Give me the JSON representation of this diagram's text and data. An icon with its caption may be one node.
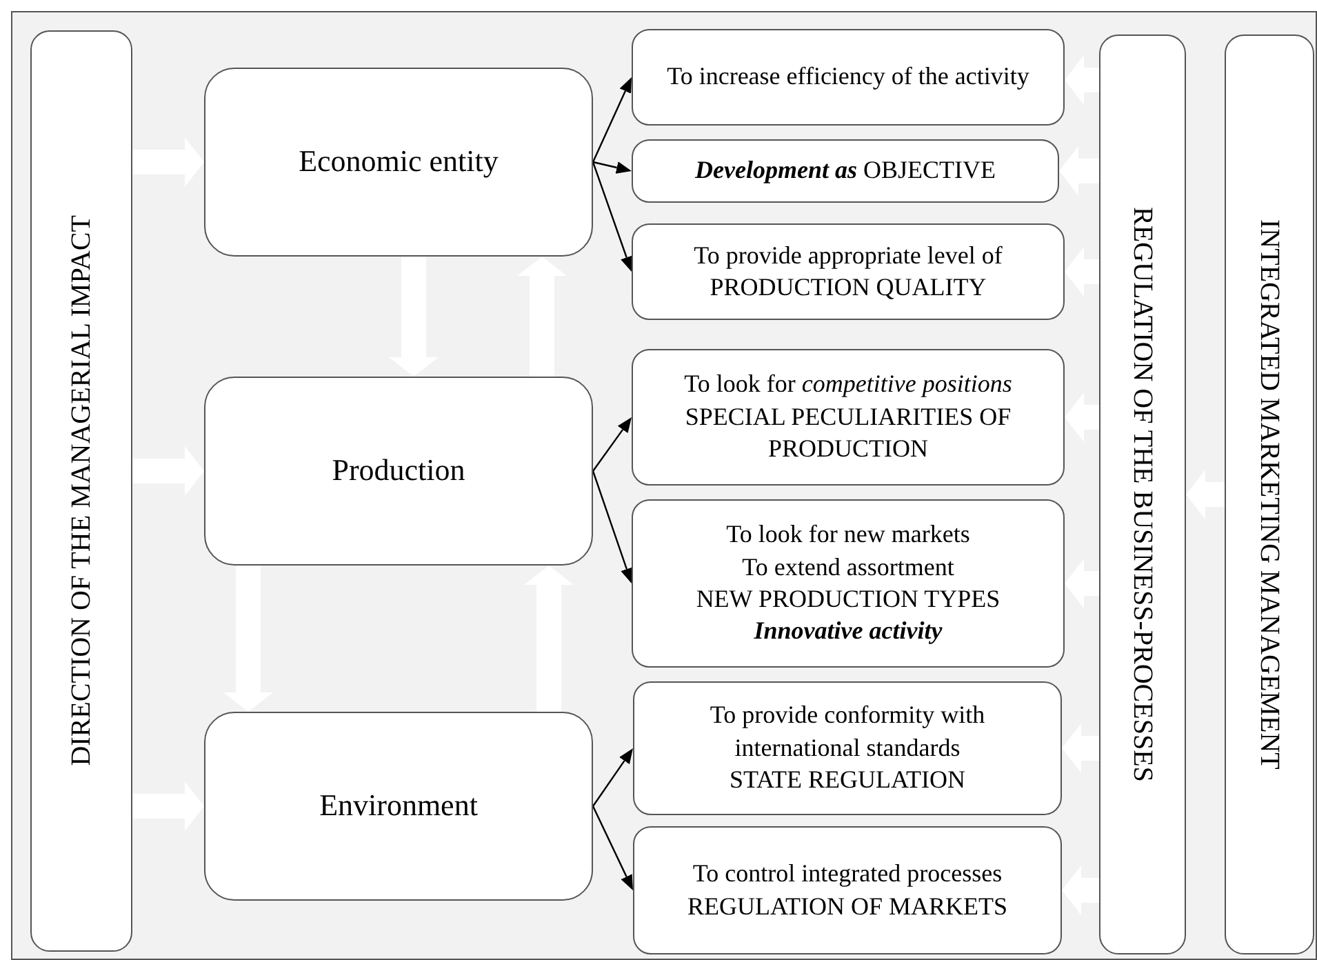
{
  "diagram": {
    "nodes": [
      {
        "text": [
          "DIRECTION OF THE MANAGERIAL IMPACT"
        ]
      },
      {
        "text": [
          "Economic entity"
        ]
      },
      {
        "text": [
          "Production"
        ]
      },
      {
        "text": [
          "Environment"
        ]
      },
      {
        "text": [
          "To increase efficiency of the activity"
        ]
      },
      {
        "text": [
          "**Development as** OBJECTIVE"
        ]
      },
      {
        "text": [
          "To provide appropriate level of",
          "PRODUCTION QUALITY"
        ]
      },
      {
        "text": [
          "To look for *competitive positions*",
          "SPECIAL PECULIARITIES OF PRODUCTION"
        ]
      },
      {
        "text": [
          "To look for new markets",
          "To extend assortment",
          "NEW PRODUCTION TYPES",
          "**Innovative activity**"
        ]
      },
      {
        "text": [
          "To provide conformity with international standards",
          "STATE REGULATION"
        ]
      },
      {
        "text": [
          "To control integrated processes",
          "REGULATION OF MARKETS"
        ]
      },
      {
        "text": [
          "REGULATION OF THE BUSINESS-PROCESSES"
        ]
      },
      {
        "text": [
          "INTEGRATED MARKETING MANAGEMENT"
        ]
      }
    ],
    "edges": [
      {
        "from": 1,
        "to": 4,
        "arrow": "to",
        "color": "#000000"
      },
      {
        "from": 1,
        "to": 5,
        "arrow": "to",
        "color": "#000000"
      },
      {
        "from": 1,
        "to": 6,
        "arrow": "to",
        "color": "#000000"
      },
      {
        "from": 2,
        "to": 7,
        "arrow": "to",
        "color": "#000000"
      },
      {
        "from": 2,
        "to": 8,
        "arrow": "to",
        "color": "#000000"
      },
      {
        "from": 3,
        "to": 9,
        "arrow": "to",
        "color": "#000000"
      },
      {
        "from": 3,
        "to": 10,
        "arrow": "to",
        "color": "#000000"
      },
      {
        "from": 0,
        "to": 1,
        "arrow": "to"
      },
      {
        "from": 0,
        "to": 2,
        "arrow": "to"
      },
      {
        "from": 0,
        "to": 3,
        "arrow": "to"
      },
      {
        "from": 1,
        "to": 2,
        "arrow": "to"
      },
      {
        "from": 2,
        "to": 1,
        "arrow": "to"
      },
      {
        "from": 2,
        "to": 3,
        "arrow": "to"
      },
      {
        "from": 3,
        "to": 2,
        "arrow": "to"
      },
      {
        "from": 11,
        "to": 4,
        "arrow": "to"
      },
      {
        "from": 11,
        "to": 5,
        "arrow": "to"
      },
      {
        "from": 11,
        "to": 6,
        "arrow": "to"
      },
      {
        "from": 11,
        "to": 7,
        "arrow": "to"
      },
      {
        "from": 11,
        "to": 8,
        "arrow": "to"
      },
      {
        "from": 11,
        "to": 9,
        "arrow": "to"
      },
      {
        "from": 11,
        "to": 10,
        "arrow": "to"
      },
      {
        "from": 12,
        "to": 11,
        "arrow": "to"
      }
    ]
  }
}
